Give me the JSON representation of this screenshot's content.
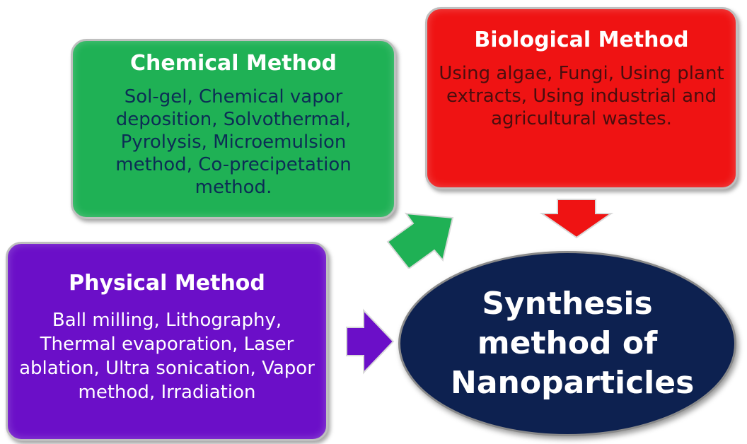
{
  "chemical": {
    "title": "Chemical Method",
    "body": "Sol-gel, Chemical vapor deposition, Solvothermal, Pyrolysis, Microemulsion method, Co-precipetation method.",
    "fill": "#1fb155"
  },
  "biological": {
    "title": "Biological Method",
    "body": "Using algae, Fungi, Using plant extracts, Using industrial and agricultural wastes.",
    "fill": "#ef1313"
  },
  "physical": {
    "title": "Physical Method",
    "body": "Ball milling, Lithography, Thermal evaporation, Laser ablation, Ultra sonication, Vapor method, Irradiation",
    "fill": "#6b0fc8"
  },
  "center": {
    "label": "Synthesis method of Nanoparticles",
    "fill": "#0d2150"
  }
}
